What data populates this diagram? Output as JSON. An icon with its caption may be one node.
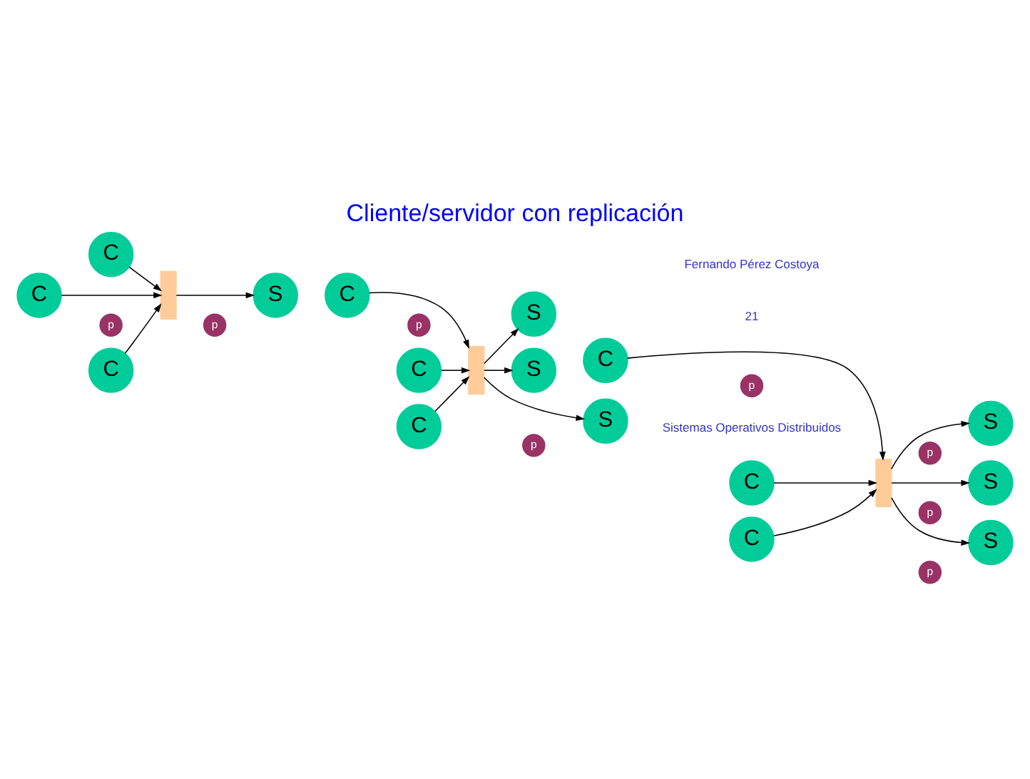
{
  "diagram": {
    "title": "Cliente/servidor con replicación",
    "nodes": [
      {
        "text": [
          "C"
        ]
      },
      {
        "text": [
          "C"
        ]
      },
      {
        "text": [
          "C"
        ]
      },
      {
        "text": [],
        "shape": "bar"
      },
      {
        "text": [
          "S"
        ]
      },
      {
        "text": [
          "p"
        ]
      },
      {
        "text": [
          "p"
        ]
      },
      {
        "text": [
          "C"
        ]
      },
      {
        "text": [
          "C"
        ]
      },
      {
        "text": [
          "C"
        ]
      },
      {
        "text": [],
        "shape": "bar"
      },
      {
        "text": [
          "S"
        ]
      },
      {
        "text": [
          "S"
        ]
      },
      {
        "text": [
          "S"
        ]
      },
      {
        "text": [
          "p"
        ]
      },
      {
        "text": [
          "p"
        ]
      },
      {
        "text": [
          "C"
        ]
      },
      {
        "text": [
          "C"
        ]
      },
      {
        "text": [
          "C"
        ]
      },
      {
        "text": [],
        "shape": "bar"
      },
      {
        "text": [
          "S"
        ]
      },
      {
        "text": [
          "S"
        ]
      },
      {
        "text": [
          "S"
        ]
      },
      {
        "text": [
          "p"
        ]
      },
      {
        "text": [
          "p"
        ]
      },
      {
        "text": [
          "p"
        ]
      },
      {
        "text": [
          "p"
        ]
      }
    ],
    "edges": [
      {
        "from": 0,
        "to": 3,
        "arrow": "to"
      },
      {
        "from": 1,
        "to": 3,
        "arrow": "to"
      },
      {
        "from": 2,
        "to": 3,
        "arrow": "to"
      },
      {
        "from": 3,
        "to": 4,
        "arrow": "to"
      },
      {
        "from": 7,
        "to": 10,
        "arrow": "to"
      },
      {
        "from": 8,
        "to": 10,
        "arrow": "to"
      },
      {
        "from": 9,
        "to": 10,
        "arrow": "to"
      },
      {
        "from": 10,
        "to": 11,
        "arrow": "to"
      },
      {
        "from": 10,
        "to": 12,
        "arrow": "to"
      },
      {
        "from": 10,
        "to": 13,
        "arrow": "to"
      },
      {
        "from": 16,
        "to": 19,
        "arrow": "to"
      },
      {
        "from": 17,
        "to": 19,
        "arrow": "to"
      },
      {
        "from": 18,
        "to": 19,
        "arrow": "to"
      },
      {
        "from": 19,
        "to": 20,
        "arrow": "to"
      },
      {
        "from": 19,
        "to": 21,
        "arrow": "to"
      },
      {
        "from": 19,
        "to": 22,
        "arrow": "to"
      }
    ],
    "labels": [
      "Sistemas Operativos Distribuidos",
      "21",
      "Fernando Pérez Costoya"
    ]
  }
}
